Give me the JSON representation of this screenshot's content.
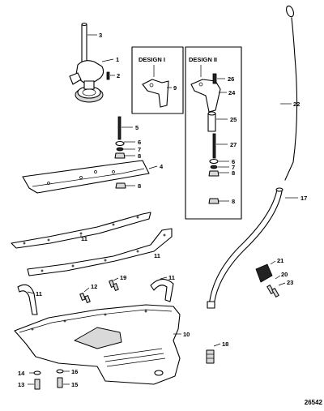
{
  "figure_number": "26542",
  "designs": [
    {
      "label": "DESIGN I"
    },
    {
      "label": "DESIGN II"
    }
  ],
  "callouts": {
    "c1": "1",
    "c2": "2",
    "c3": "3",
    "c4": "4",
    "c5": "5",
    "c6": "6",
    "c7": "7",
    "c8": "8",
    "c8b": "8",
    "c9": "9",
    "c10": "10",
    "c11a": "11",
    "c11b": "11",
    "c11c": "11",
    "c11d": "11",
    "c12": "12",
    "c13": "13",
    "c14": "14",
    "c15": "15",
    "c16": "16",
    "c17": "17",
    "c18": "18",
    "c19": "19",
    "c20": "20",
    "c21": "21",
    "c22": "22",
    "c23": "23",
    "c24": "24",
    "c25": "25",
    "c26": "26",
    "c27": "27",
    "c6b": "6",
    "c7b": "7",
    "c8c": "8",
    "c8d": "8"
  }
}
